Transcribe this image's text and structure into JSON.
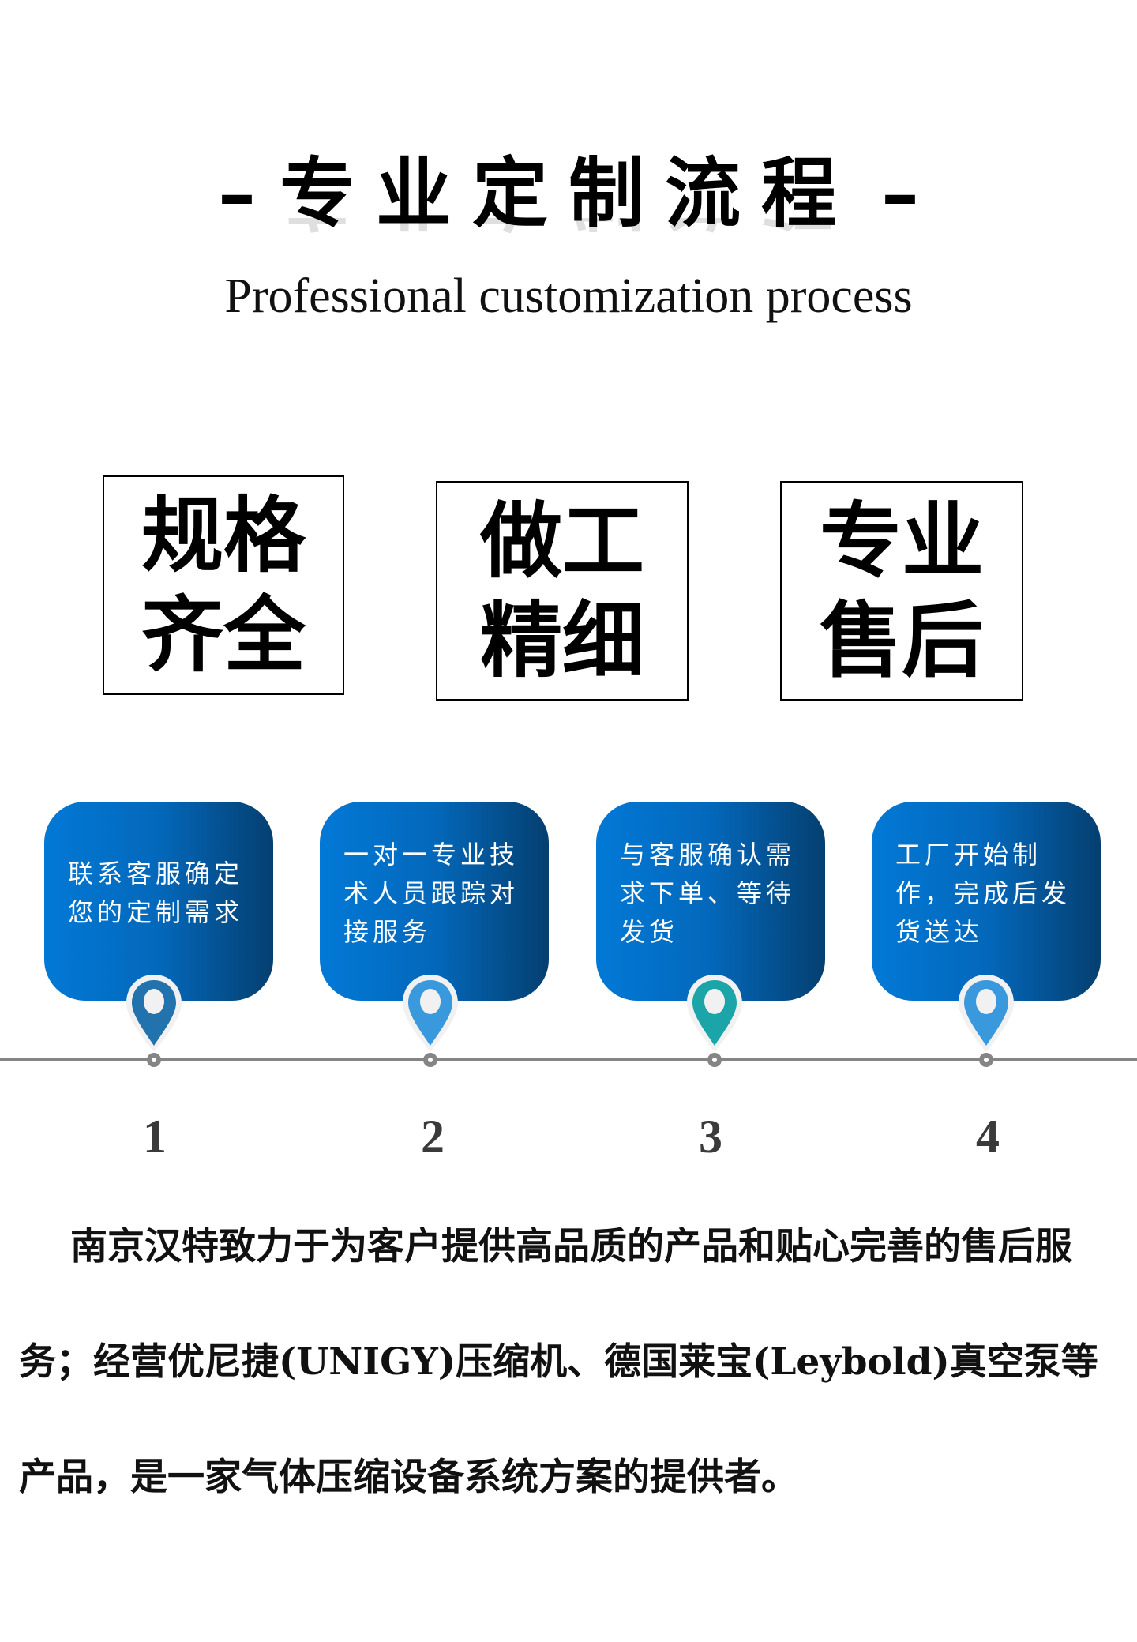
{
  "header": {
    "title": "专业定制流程",
    "dash": "–",
    "subtitle": "Professional customization process"
  },
  "features": [
    "规格齐全",
    "做工精细",
    "专业售后"
  ],
  "steps": [
    {
      "number": "1",
      "text": "联系客服确定您的定制需求",
      "pin_color": "#2272ae"
    },
    {
      "number": "2",
      "text": "一对一专业技术人员跟踪对接服务",
      "pin_color": "#3a99dc"
    },
    {
      "number": "3",
      "text": "与客服确认需求下单、等待发货",
      "pin_color": "#1ca5a8"
    },
    {
      "number": "4",
      "text": "工厂开始制作，完成后发货送达",
      "pin_color": "#3a99dc"
    }
  ],
  "description": "南京汉特致力于为客户提供高品质的产品和贴心完善的售后服务；经营优尼捷(UNIGY)压缩机、德国莱宝(Leybold)真空泵等产品，是一家气体压缩设备系统方案的提供者。"
}
